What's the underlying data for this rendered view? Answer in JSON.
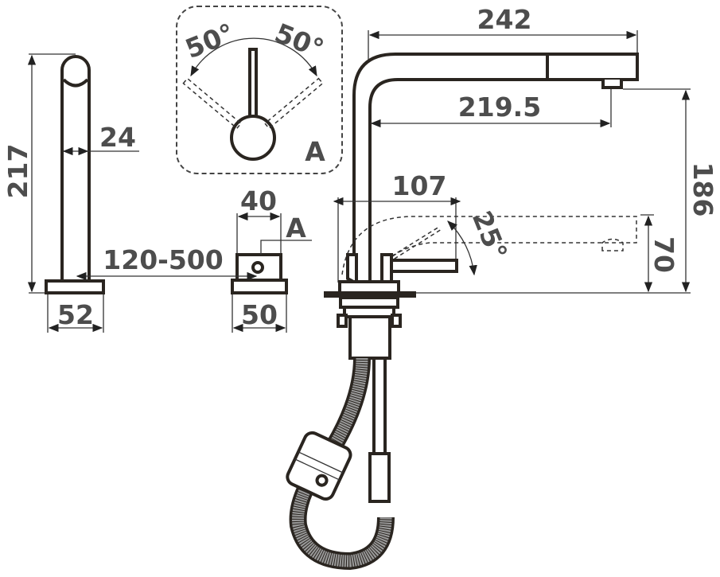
{
  "title": "Pull-out kitchen faucet dimension drawing",
  "side_view": {
    "height": "217",
    "pipe_diameter": "24",
    "base_width": "52"
  },
  "detail_a": {
    "left_angle": "50°",
    "right_angle": "50°",
    "label": "A"
  },
  "handle_block": {
    "width_top": "40",
    "width_base": "50",
    "distance": "120-500",
    "label": "A"
  },
  "main_view": {
    "reach": "242",
    "spout_reach": "219.5",
    "height": "186",
    "handle_length": "107",
    "handle_angle": "25°",
    "handle_height": "70"
  },
  "colors": {
    "line": "#2a2520",
    "text": "#4d4d4d"
  }
}
